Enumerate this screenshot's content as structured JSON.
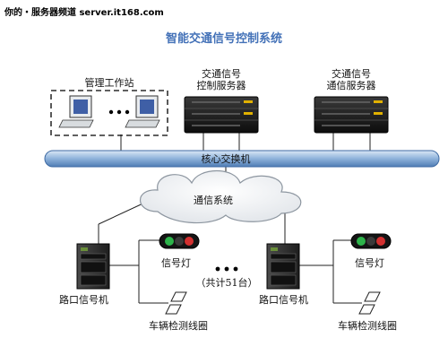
{
  "watermark": "你的・服务器频道 server.it168.com",
  "title": "智能交通信号控制系统",
  "nodes": {
    "workstation": "管理工作站",
    "control_server": {
      "line1": "交通信号",
      "line2": "控制服务器"
    },
    "comm_server": {
      "line1": "交通信号",
      "line2": "通信服务器"
    },
    "backbone": "核心交换机",
    "network": "通信系统",
    "left_controller": "路口信号机",
    "left_light": "信号灯",
    "left_loop": "车辆检测线圈",
    "right_controller": "路口信号机",
    "right_light": "信号灯",
    "right_loop": "车辆检测线圈",
    "total": "（共计51台）"
  }
}
